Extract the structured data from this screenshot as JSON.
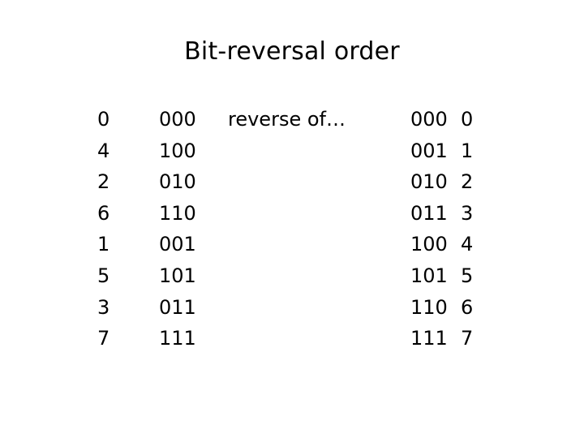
{
  "slide": {
    "title": "Bit-reversal order",
    "label": "reverse of…",
    "rows": [
      {
        "dec_left": "0",
        "bin_left": "000",
        "bin_right": "000",
        "dec_right": "0"
      },
      {
        "dec_left": "4",
        "bin_left": "100",
        "bin_right": "001",
        "dec_right": "1"
      },
      {
        "dec_left": "2",
        "bin_left": "010",
        "bin_right": "010",
        "dec_right": "2"
      },
      {
        "dec_left": "6",
        "bin_left": "110",
        "bin_right": "011",
        "dec_right": "3"
      },
      {
        "dec_left": "1",
        "bin_left": "001",
        "bin_right": "100",
        "dec_right": "4"
      },
      {
        "dec_left": "5",
        "bin_left": "101",
        "bin_right": "101",
        "dec_right": "5"
      },
      {
        "dec_left": "3",
        "bin_left": "011",
        "bin_right": "110",
        "dec_right": "6"
      },
      {
        "dec_left": "7",
        "bin_left": "111",
        "bin_right": "111",
        "dec_right": "7"
      }
    ]
  }
}
